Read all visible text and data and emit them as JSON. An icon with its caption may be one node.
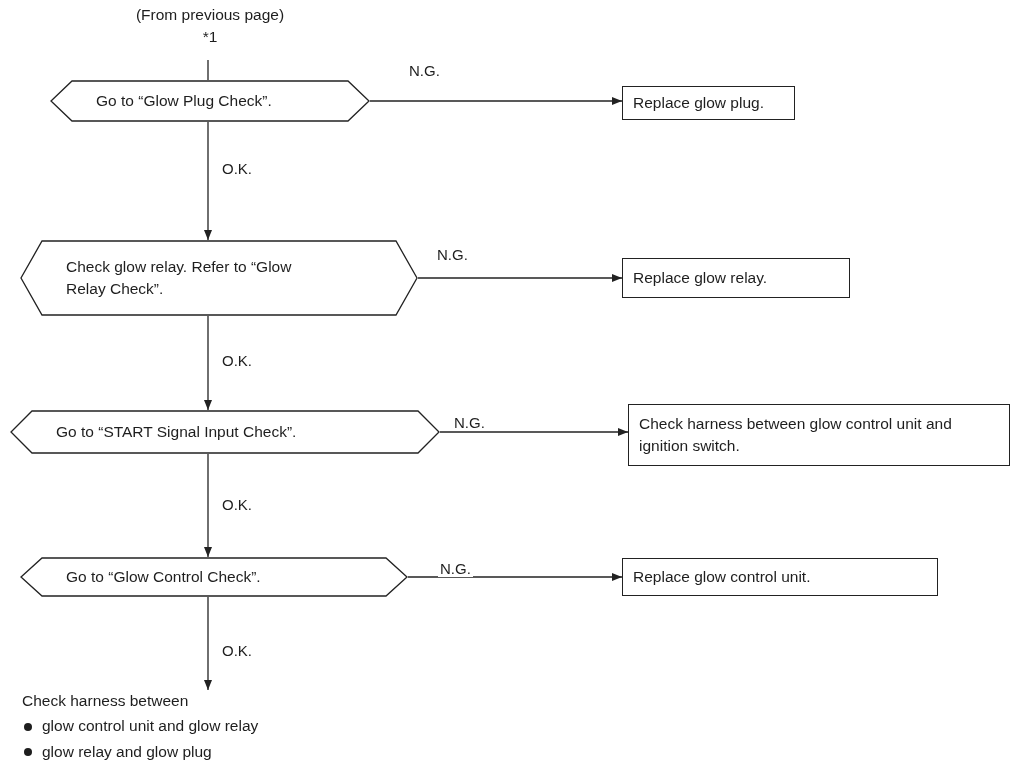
{
  "diagram": {
    "nodes": [
      {
        "text": [
          "(From previous page)",
          "*1"
        ]
      },
      {
        "text": [
          "Go to “Glow Plug Check”."
        ]
      },
      {
        "text": [
          "Replace glow plug."
        ]
      },
      {
        "text": [
          "Check glow relay. Refer to “Glow Relay Check”."
        ]
      },
      {
        "text": [
          "Replace glow relay."
        ]
      },
      {
        "text": [
          "Go to “START Signal Input Check”."
        ]
      },
      {
        "text": [
          "Check harness between glow control unit and ignition switch."
        ]
      },
      {
        "text": [
          "Go to “Glow Control Check”."
        ]
      },
      {
        "text": [
          "Replace glow control unit."
        ]
      },
      {
        "text": [
          "Check harness between",
          "glow control unit and glow relay",
          "glow relay and glow plug"
        ]
      }
    ],
    "edges": [
      {
        "from": 0,
        "to": 1,
        "arrow": "none"
      },
      {
        "from": 1,
        "to": 2,
        "arrow": "to",
        "label": "N.G."
      },
      {
        "from": 1,
        "to": 3,
        "arrow": "to",
        "label": "O.K."
      },
      {
        "from": 3,
        "to": 4,
        "arrow": "to",
        "label": "N.G."
      },
      {
        "from": 3,
        "to": 5,
        "arrow": "to",
        "label": "O.K."
      },
      {
        "from": 5,
        "to": 6,
        "arrow": "to",
        "label": "N.G."
      },
      {
        "from": 5,
        "to": 7,
        "arrow": "to",
        "label": "O.K."
      },
      {
        "from": 7,
        "to": 8,
        "arrow": "to",
        "label": "N.G."
      },
      {
        "from": 7,
        "to": 9,
        "arrow": "to",
        "label": "O.K."
      }
    ]
  }
}
